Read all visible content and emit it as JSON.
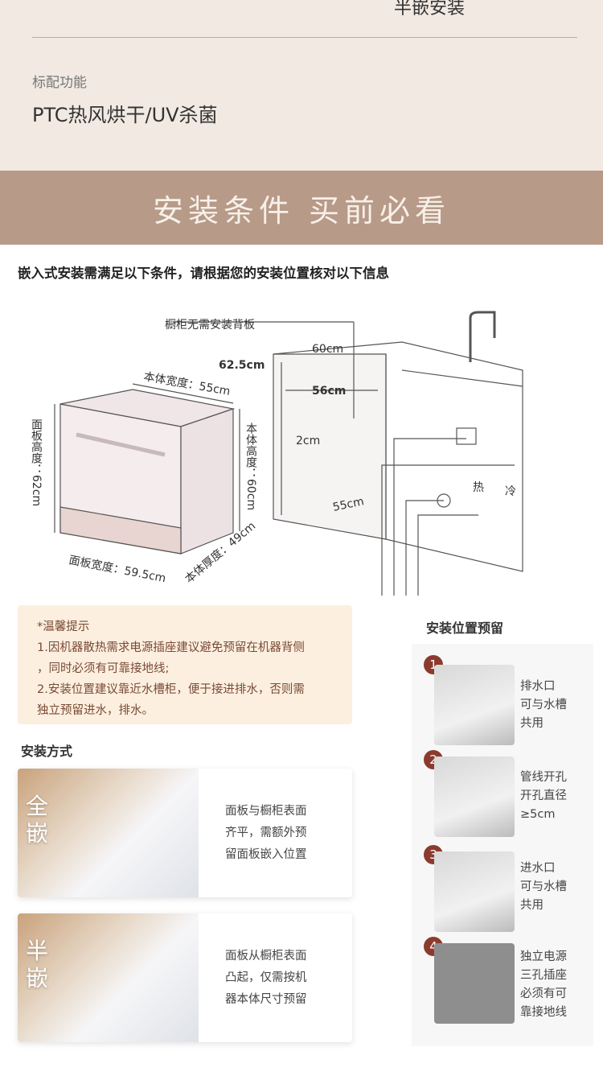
{
  "top": {
    "partial_title": "半嵌安装",
    "feature_label": "标配功能",
    "feature_value": "PTC热风烘干/UV杀菌"
  },
  "banner": {
    "title": "安装条件  买前必看"
  },
  "intro": "嵌入式安装需满足以下条件，请根据您的安装位置核对以下信息",
  "diagram": {
    "no_backboard": "橱柜无需安装背板",
    "body_width": "本体宽度：55cm",
    "panel_height": "面板高度：62cm",
    "body_height": "本体高度：60cm",
    "panel_width": "面板宽度：59.5cm",
    "body_depth": "本体厚度：49cm",
    "cab_height": "62.5cm",
    "cab_width": "60cm",
    "inner_width": "56cm",
    "gap": "2cm",
    "inner_depth": "55cm",
    "hot": "热",
    "cold": "冷"
  },
  "tips": {
    "title": "*温馨提示",
    "line1": "1.因机器散热需求电源插座建议避免预留在机器背侧",
    "line1b": "，同时必须有可靠接地线;",
    "line2": "2.安装位置建议靠近水槽柜，便于接进排水，否则需",
    "line2b": "独立预留进水，排水。"
  },
  "methods": {
    "title": "安装方式",
    "items": [
      {
        "mode": "全嵌",
        "desc": [
          "面板与橱柜表面",
          "齐平，需额外预",
          "留面板嵌入位置"
        ]
      },
      {
        "mode": "半嵌",
        "desc": [
          "面板从橱柜表面",
          "凸起，仅需按机",
          "器本体尺寸预留"
        ]
      }
    ]
  },
  "positions": {
    "title": "安装位置预留",
    "items": [
      {
        "num": "1",
        "lines": [
          "排水口",
          "可与水槽",
          "共用"
        ]
      },
      {
        "num": "2",
        "lines": [
          "管线开孔",
          "开孔直径",
          "≥5cm"
        ]
      },
      {
        "num": "3",
        "lines": [
          "进水口",
          "可与水槽",
          "共用"
        ]
      },
      {
        "num": "4",
        "lines": [
          "独立电源",
          "三孔插座",
          "必须有可",
          "靠接地线"
        ]
      }
    ]
  },
  "colors": {
    "banner": "#b79a87",
    "tip_bg": "#fcefdf",
    "accent": "#8b3b2e"
  }
}
